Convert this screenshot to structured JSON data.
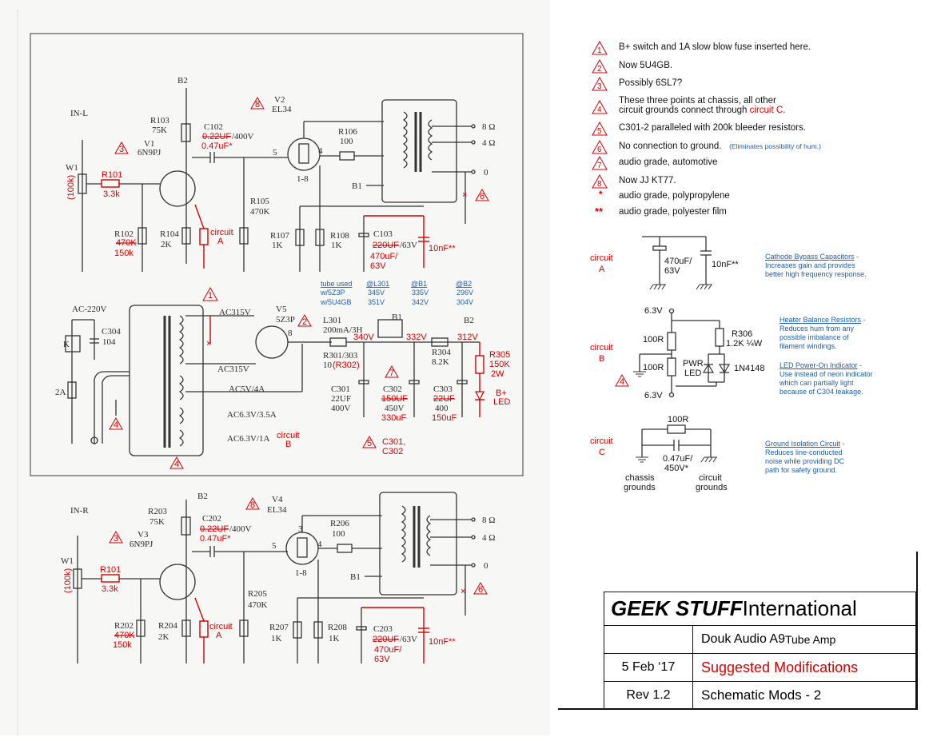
{
  "notes": [
    {
      "num": "1",
      "text": "B+ switch and 1A slow blow fuse inserted here."
    },
    {
      "num": "2",
      "text": "Now 5U4GB."
    },
    {
      "num": "3",
      "text": "Possibly 6SL7?"
    },
    {
      "num": "4",
      "text": "These three points at chassis, all other",
      "text2": "circuit grounds connect through ",
      "text2_red": "circuit C",
      "text2_end": "."
    },
    {
      "num": "5",
      "text": "C301-2 paralleled with 200k bleeder resistors."
    },
    {
      "num": "6",
      "text": "No connection to ground.",
      "extra": "(Eliminates possibility of hum.)"
    },
    {
      "num": "7",
      "text": "audio grade, automotive"
    },
    {
      "num": "8",
      "text": "Now JJ KT77."
    },
    {
      "num": "*",
      "text": "audio grade, polypropylene"
    },
    {
      "num": "**",
      "text": "audio grade, polyester film"
    }
  ],
  "circuit_a": {
    "label": "circuit",
    "label2": "A",
    "c1": "470uF/",
    "c1b": "63V",
    "c2": "10nF**",
    "desc_title": "Cathode Bypass Capacitors",
    "desc": [
      " - ",
      "Increases gain and provides",
      "better high frequency response."
    ]
  },
  "circuit_b": {
    "label": "circuit",
    "label2": "B",
    "v_top": "6.3V",
    "v_bot": "6.3V",
    "r_top": "100R",
    "r_bot": "100R",
    "r306": "R306",
    "r306v": "1.2K ¼W",
    "led": "PWR",
    "led2": "LED",
    "diode": "1N4148",
    "desc1_title": "Heater Balance Resistors",
    "desc1": [
      "Reduces hum from any",
      "possible imbalance of",
      "filament windings."
    ],
    "desc2_title": "LED Power-On Indicator",
    "desc2": [
      "Use instead of neon indicator",
      "which can partially light",
      "because of C304 leakage."
    ]
  },
  "circuit_c": {
    "label": "circuit",
    "label2": "C",
    "r": "100R",
    "c": "0.47uF/",
    "c2": "450V*",
    "g1": "chassis",
    "g1b": "grounds",
    "g2": "circuit",
    "g2b": "grounds",
    "desc_title": "Ground Isolation Circuit",
    "desc": [
      "Reduces line-conducted",
      "noise while providing DC",
      "path for safety ground."
    ]
  },
  "title_block": {
    "company_bold": "GEEK STUFF",
    "company_rest": " International",
    "product": "Douk Audio A9",
    "product_small": " Tube Amp",
    "date": "5 Feb ‘17",
    "subtitle": "Suggested Modifications",
    "rev": "Rev 1.2",
    "sheet": "Schematic Mods - 2"
  },
  "schematic": {
    "in_l": "IN-L",
    "in_r": "IN-R",
    "b2": "B2",
    "b1": "B1",
    "r103": "R103",
    "r103v": "75K",
    "r203": "R203",
    "r203v": "75K",
    "c102": "C102",
    "c102old": "0.22UF",
    "c102v": "/400V",
    "c102new": "0.47uF*",
    "c202": "C202",
    "c202old": "0.22UF",
    "c202v": "/400V",
    "c202new": "0.47uF*",
    "v1": "V1",
    "v1t": "6N9PJ",
    "v3": "V3",
    "v3t": "6N9PJ",
    "v2": "V2",
    "v2t": "EL34",
    "v4": "V4",
    "v4t": "EL34",
    "r106": "R106",
    "r106v": "100",
    "r206": "R206",
    "r206v": "100",
    "w1": "W1",
    "w1v": "(100k)",
    "r101": "R101",
    "r101v": "3.3k",
    "r102": "R102",
    "r102old": "470K",
    "r102new": "150k",
    "r104": "R104",
    "r104v": "2K",
    "r202": "R202",
    "r202old": "470K",
    "r202new": "150k",
    "r204": "R204",
    "r204v": "2K",
    "r105": "R105",
    "r105v": "470K",
    "r205": "R205",
    "r205v": "470K",
    "r107": "R107",
    "r107v": "1K",
    "r108": "R108",
    "r108v": "1K",
    "r207": "R207",
    "r207v": "1K",
    "r208": "R208",
    "r208v": "1K",
    "c103": "C103",
    "c103old": "220UF",
    "c103v": "/63V",
    "c103new": "470uF/",
    "c103new2": "63V",
    "c203": "C203",
    "c203old": "220UF",
    "c203v": "/63V",
    "c203new": "470uF/",
    "c203new2": "63V",
    "nf": "10nF**",
    "ohm8": "8 Ω",
    "ohm4": "4 Ω",
    "ohm0": "0",
    "circuit": "circuit",
    "a": "A",
    "b": "B",
    "ac220": "AC-220V",
    "c304": "C304",
    "c304v": "104",
    "k": "K",
    "fuse": "2A",
    "ac315a": "AC315V",
    "ac315b": "AC315V",
    "ac5v": "AC5V/4A",
    "ac63a": "AC6.3V/3.5A",
    "ac63b": "AC6.3V/1A",
    "v5": "V5",
    "v5t": "5Z3P",
    "l301": "L301",
    "l301v": "200mA/3H",
    "r301": "R301/303",
    "r301b": "10",
    "r302": "(R302)",
    "v340": "340V",
    "v332": "332V",
    "v312": "312V",
    "c301": "C301",
    "c301v": "22UF",
    "c301v2": "400V",
    "c302": "C302",
    "c302old": "150UF",
    "c302v": "450V",
    "c302new": "330uF",
    "c303": "C303",
    "c303old": "22UF",
    "c303v": "400",
    "c303new": "150uF",
    "r304": "R304",
    "r304v": "8.2K",
    "r305": "R305",
    "r305v": "150K",
    "r305w": "2W",
    "bled": "B+",
    "bled2": "LED",
    "c301n": "C301,",
    "c302n": "C302",
    "tube_used": "tube used",
    "at_l301": "@L301",
    "at_b1": "@B1",
    "at_b2": "@B2",
    "row1": [
      "w/5Z3P",
      "345V",
      "335V",
      "296V"
    ],
    "row2": [
      "w/5U4GB",
      "351V",
      "342V",
      "304V"
    ],
    "t8": "8",
    "t5": "5",
    "t4": "4",
    "t18": "1-8",
    "t3": "3"
  }
}
